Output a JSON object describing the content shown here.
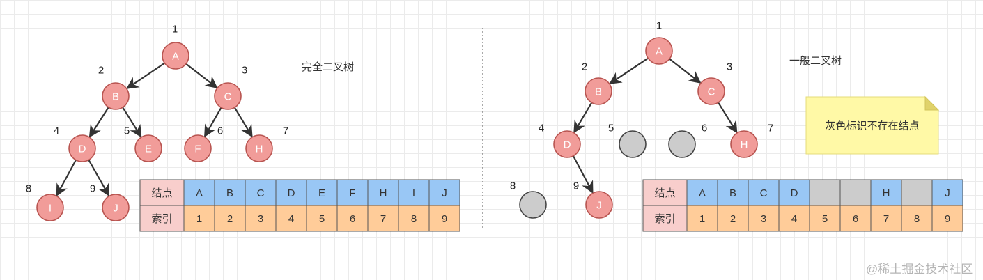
{
  "left_title": "完全二叉树",
  "right_title": "一般二叉树",
  "note": "灰色标识不存在结点",
  "watermark": "@稀土掘金技术社区",
  "colors": {
    "node_fill": "#f19c99",
    "node_stroke": "#b85450",
    "empty_fill": "#cccccc",
    "empty_stroke": "#444444",
    "row_header_fill": "#f8cecc",
    "node_row_fill": "#99c7f5",
    "index_row_fill": "#ffcc99",
    "note_fill": "#fff9a6",
    "edge": "#333333"
  },
  "left_tree": {
    "nodes": [
      {
        "id": "A",
        "label": "A",
        "index": "1"
      },
      {
        "id": "B",
        "label": "B",
        "index": "2"
      },
      {
        "id": "C",
        "label": "C",
        "index": "3"
      },
      {
        "id": "D",
        "label": "D",
        "index": "4"
      },
      {
        "id": "E",
        "label": "E",
        "index": "5"
      },
      {
        "id": "F",
        "label": "F",
        "index": "6"
      },
      {
        "id": "H",
        "label": "H",
        "index": "7"
      },
      {
        "id": "I",
        "label": "I",
        "index": "8"
      },
      {
        "id": "J",
        "label": "J",
        "index": "9"
      }
    ],
    "edges": [
      [
        "A",
        "B"
      ],
      [
        "A",
        "C"
      ],
      [
        "B",
        "D"
      ],
      [
        "B",
        "E"
      ],
      [
        "C",
        "F"
      ],
      [
        "C",
        "H"
      ],
      [
        "D",
        "I"
      ],
      [
        "D",
        "J"
      ]
    ]
  },
  "right_tree": {
    "nodes": [
      {
        "id": "A",
        "label": "A",
        "index": "1"
      },
      {
        "id": "B",
        "label": "B",
        "index": "2"
      },
      {
        "id": "C",
        "label": "C",
        "index": "3"
      },
      {
        "id": "D",
        "label": "D",
        "index": "4"
      },
      {
        "id": "G5",
        "label": "",
        "index": "5",
        "empty": true
      },
      {
        "id": "G6",
        "label": "",
        "index": "6",
        "empty": true
      },
      {
        "id": "H",
        "label": "H",
        "index": "7"
      },
      {
        "id": "G8",
        "label": "",
        "index": "8",
        "empty": true
      },
      {
        "id": "J",
        "label": "J",
        "index": "9"
      }
    ],
    "edges": [
      [
        "A",
        "B"
      ],
      [
        "A",
        "C"
      ],
      [
        "B",
        "D"
      ],
      [
        "C",
        "H"
      ],
      [
        "D",
        "J"
      ]
    ]
  },
  "left_table": {
    "node_header": "结点",
    "index_header": "索引",
    "nodes": [
      "A",
      "B",
      "C",
      "D",
      "E",
      "F",
      "H",
      "I",
      "J"
    ],
    "indices": [
      "1",
      "2",
      "3",
      "4",
      "5",
      "6",
      "7",
      "8",
      "9"
    ],
    "empty": [
      false,
      false,
      false,
      false,
      false,
      false,
      false,
      false,
      false
    ]
  },
  "right_table": {
    "node_header": "结点",
    "index_header": "索引",
    "nodes": [
      "A",
      "B",
      "C",
      "D",
      "",
      "",
      "H",
      "",
      "J"
    ],
    "indices": [
      "1",
      "2",
      "3",
      "4",
      "5",
      "6",
      "7",
      "8",
      "9"
    ],
    "empty": [
      false,
      false,
      false,
      false,
      true,
      true,
      false,
      true,
      false
    ]
  }
}
